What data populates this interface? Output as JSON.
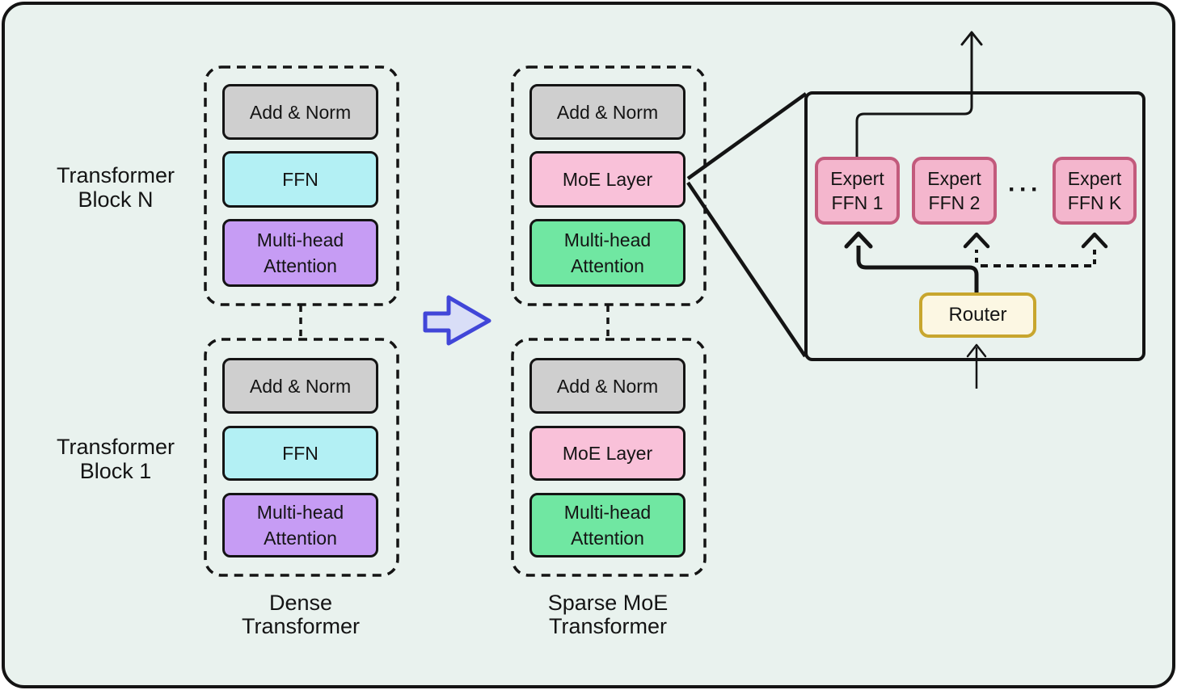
{
  "colors": {
    "canvas_bg": "#e9f2ee",
    "ink": "#141414",
    "add_norm_gray": "#cfcfcf",
    "ffn_cyan": "#b3f0f4",
    "attention_purple": "#c69cf4",
    "moe_pink": "#f9c1d9",
    "attention_green": "#70e7a2",
    "expert_fill": "#f4b6cd",
    "expert_border": "#c25a7c",
    "router_fill": "#fcf7e3",
    "router_border": "#c8a62e",
    "transform_arrow_fill": "#d9def7",
    "transform_arrow_border": "#4146d8"
  },
  "row_labels": [
    {
      "lines": [
        "Transformer",
        "Block N"
      ]
    },
    {
      "lines": [
        "Transformer",
        "Block 1"
      ]
    }
  ],
  "dense_column": {
    "caption": {
      "lines": [
        "Dense",
        "Transformer"
      ]
    },
    "blocks": [
      {
        "layers": [
          {
            "lines": [
              "Add & Norm",
              ""
            ]
          },
          {
            "lines": [
              "FFN",
              ""
            ]
          },
          {
            "lines": [
              "Multi-head",
              "Attention"
            ]
          }
        ]
      },
      {
        "layers": [
          {
            "lines": [
              "Add & Norm",
              ""
            ]
          },
          {
            "lines": [
              "FFN",
              ""
            ]
          },
          {
            "lines": [
              "Multi-head",
              "Attention"
            ]
          }
        ]
      }
    ]
  },
  "sparse_column": {
    "caption": {
      "lines": [
        "Sparse MoE",
        "Transformer"
      ]
    },
    "blocks": [
      {
        "layers": [
          {
            "lines": [
              "Add & Norm",
              ""
            ]
          },
          {
            "lines": [
              "MoE Layer",
              ""
            ]
          },
          {
            "lines": [
              "Multi-head",
              "Attention"
            ]
          }
        ]
      },
      {
        "layers": [
          {
            "lines": [
              "Add & Norm",
              ""
            ]
          },
          {
            "lines": [
              "MoE Layer",
              ""
            ]
          },
          {
            "lines": [
              "Multi-head",
              "Attention"
            ]
          }
        ]
      }
    ]
  },
  "moe_detail": {
    "experts": [
      {
        "lines": [
          "Expert",
          "FFN 1"
        ]
      },
      {
        "lines": [
          "Expert",
          "FFN 2"
        ]
      },
      {
        "lines": [
          "Expert",
          "FFN K"
        ]
      }
    ],
    "ellipsis": "···",
    "router": {
      "label": "Router"
    }
  }
}
